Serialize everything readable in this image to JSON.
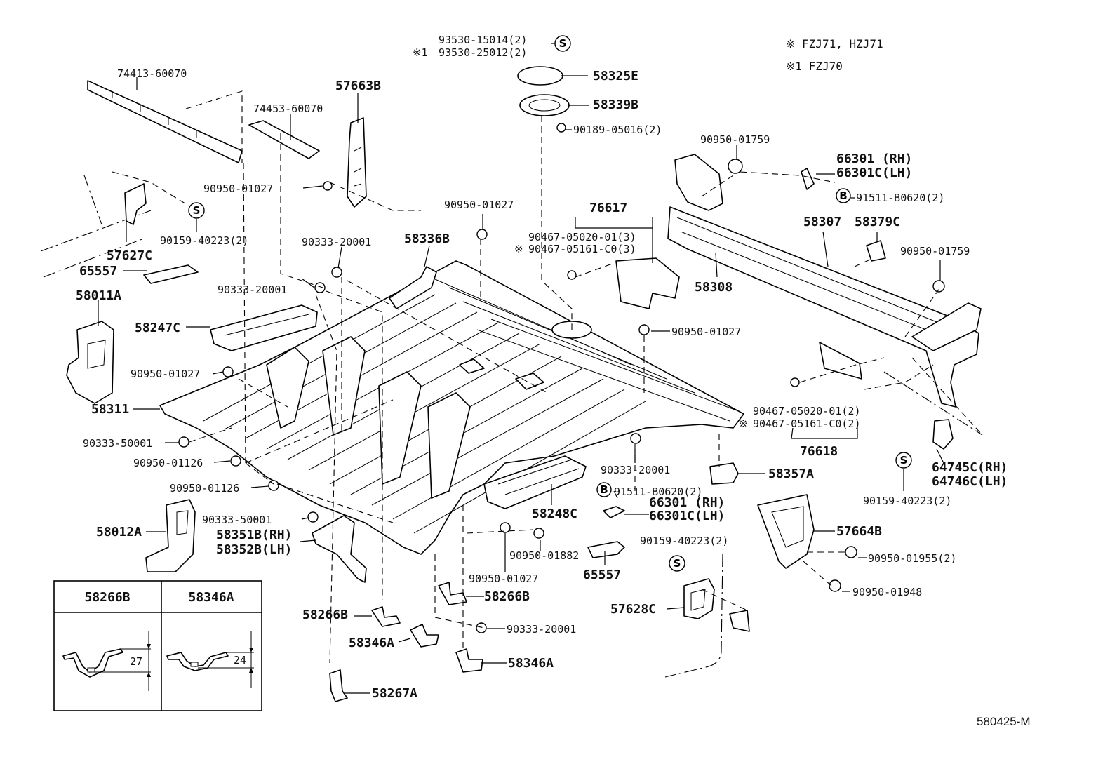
{
  "notes": {
    "line1": "※  FZJ71, HZJ71",
    "line2": "※1 FZJ70"
  },
  "figure_ref": "580425-M",
  "symbols": {
    "s": "S",
    "b": "B",
    "asterisk": "※",
    "asterisk1": "※1"
  },
  "labels": {
    "p93530_15014": "93530-15014(2)",
    "p93530_25012": "93530-25012(2)",
    "p58325E": "58325E",
    "p58339B": "58339B",
    "p90189_05016": "90189-05016(2)",
    "p90950_01759a": "90950-01759",
    "p66301_rh": "66301  (RH)",
    "p66301c_lh": "66301C(LH)",
    "p91511_b0620a": "91511-B0620(2)",
    "p58307": "58307",
    "p58379C": "58379C",
    "p90950_01759b": "90950-01759",
    "p58308": "58308",
    "p76617": "76617",
    "p90467_05020a": "90467-05020-01(3)",
    "p90467_05161a": "90467-05161-C0(3)",
    "p90950_01027c": "90950-01027",
    "p90467_05020b": "90467-05020-01(2)",
    "p90467_05161b": "90467-05161-C0(2)",
    "p76618": "76618",
    "p64745C": "64745C(RH)",
    "p64746C": "64746C(LH)",
    "p90159_40223c": "90159-40223(2)",
    "p58357A": "58357A",
    "p91511_b0620b": "91511-B0620(2)",
    "p66301_rh2": "66301  (RH)",
    "p66301c_lh2": "66301C(LH)",
    "p57664B": "57664B",
    "p90950_01955": "90950-01955(2)",
    "p90950_01948": "90950-01948",
    "p90159_40223b": "90159-40223(2)",
    "p57628C": "57628C",
    "p90333_20001c": "90333-20001",
    "p58248C": "58248C",
    "p90950_01882": "90950-01882",
    "p65557b": "65557",
    "p90950_01027d": "90950-01027",
    "p58266B_b": "58266B",
    "p90333_20001d": "90333-20001",
    "p58346A_b": "58346A",
    "p58267A": "58267A",
    "p58346A_a": "58346A",
    "p58266B_a": "58266B",
    "p58351B": "58351B(RH)",
    "p58352B": "58352B(LH)",
    "p90333_50001b": "90333-50001",
    "p58012A": "58012A",
    "p90950_01126b": "90950-01126",
    "p90950_01126a": "90950-01126",
    "p90333_50001a": "90333-50001",
    "p58311": "58311",
    "p90950_01027a": "90950-01027",
    "p58247C": "58247C",
    "p58011A": "58011A",
    "p65557a": "65557",
    "p57627C": "57627C",
    "p90159_40223a": "90159-40223(2)",
    "p90950_01027b": "90950-01027",
    "p74413": "74413-60070",
    "p74453": "74453-60070",
    "p57663B": "57663B",
    "p90950_01027e": "90950-01027",
    "p90333_20001a": "90333-20001",
    "p90333_20001b": "90333-20001",
    "p58336B": "58336B"
  },
  "inset": {
    "col1_title": "58266B",
    "col2_title": "58346A",
    "dim1": "27",
    "dim2": "24"
  }
}
